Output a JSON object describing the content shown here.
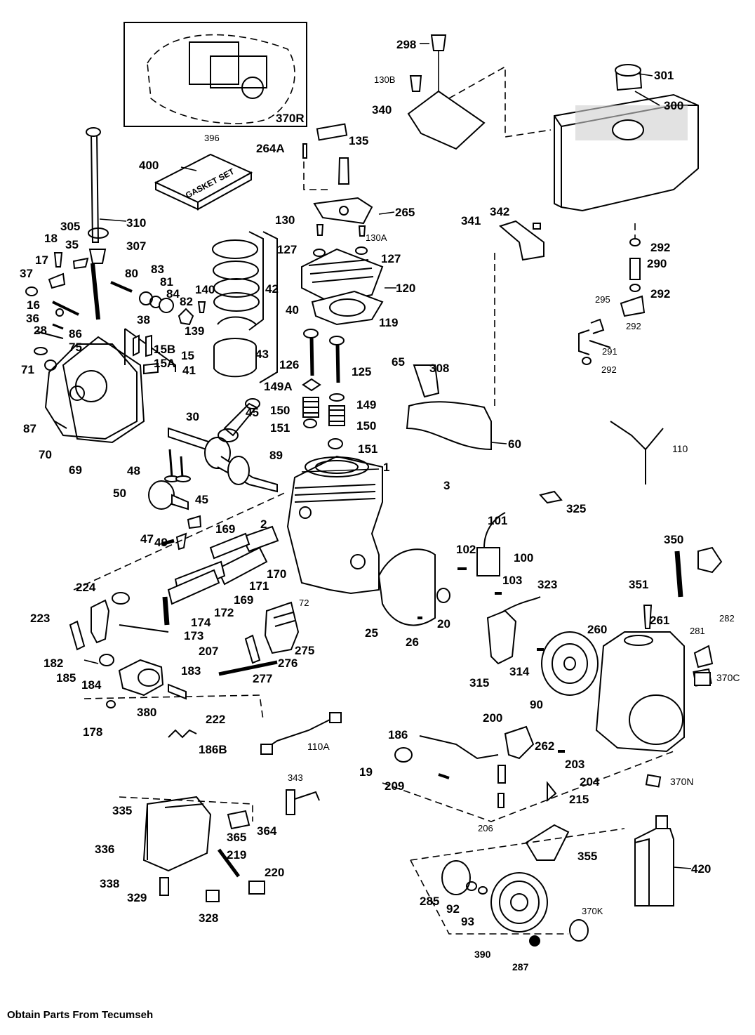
{
  "diagram": {
    "inset_label": "396",
    "gasket_set_text": "GASKET SET",
    "labels": {
      "298": "298",
      "130B": "130B",
      "340": "340",
      "301": "301",
      "300": "300",
      "370R": "370R",
      "264A": "264A",
      "135": "135",
      "400": "400",
      "265": "265",
      "130": "130",
      "130A": "130A",
      "342": "342",
      "341": "341",
      "292a": "292",
      "290": "290",
      "292b": "292",
      "295": "295",
      "292c": "292",
      "291": "291",
      "292d": "292",
      "310": "310",
      "305": "305",
      "307": "307",
      "127a": "127",
      "127b": "127",
      "120": "120",
      "119": "119",
      "42": "42",
      "40": "40",
      "18": "18",
      "35": "35",
      "17": "17",
      "37": "37",
      "80": "80",
      "83": "83",
      "81": "81",
      "84": "84",
      "82": "82",
      "140": "140",
      "139": "139",
      "16": "16",
      "36": "36",
      "28": "28",
      "86": "86",
      "38": "38",
      "75": "75",
      "15B": "15B",
      "15": "15",
      "15A": "15A",
      "71": "71",
      "43": "43",
      "41": "41",
      "126": "126",
      "125": "125",
      "65": "65",
      "308": "308",
      "149A": "149A",
      "149": "149",
      "150a": "150",
      "150b": "150",
      "151a": "151",
      "151b": "151",
      "87": "87",
      "70": "70",
      "69": "69",
      "30": "30",
      "45a": "45",
      "60": "60",
      "89": "89",
      "110": "110",
      "48": "48",
      "1": "1",
      "50": "50",
      "3": "3",
      "45b": "45",
      "325": "325",
      "101": "101",
      "169a": "169",
      "2": "2",
      "47": "47",
      "49": "49",
      "102": "102",
      "100": "100",
      "350": "350",
      "103": "103",
      "224": "224",
      "171": "171",
      "170": "170",
      "169b": "169",
      "172": "172",
      "174": "174",
      "173": "173",
      "72": "72",
      "323": "323",
      "351": "351",
      "223": "223",
      "20": "20",
      "25": "25",
      "26": "26",
      "275": "275",
      "260": "260",
      "261": "261",
      "282": "282",
      "281": "281",
      "207": "207",
      "182": "182",
      "185": "185",
      "184": "184",
      "183": "183",
      "276": "276",
      "277": "277",
      "314": "314",
      "315": "315",
      "370C": "370C",
      "90": "90",
      "380": "380",
      "222": "222",
      "178": "178",
      "186B": "186B",
      "110A": "110A",
      "200": "200",
      "186": "186",
      "262": "262",
      "203": "203",
      "19": "19",
      "209": "209",
      "204": "204",
      "215": "215",
      "370N": "370N",
      "343": "343",
      "206": "206",
      "335": "335",
      "364": "364",
      "365": "365",
      "336": "336",
      "219": "219",
      "220": "220",
      "338": "338",
      "329": "329",
      "328": "328",
      "355": "355",
      "420": "420",
      "285": "285",
      "92": "92",
      "93": "93",
      "370K": "370K",
      "390": "390",
      "287": "287"
    }
  },
  "footer": {
    "text": "Obtain Parts From Tecumseh"
  }
}
